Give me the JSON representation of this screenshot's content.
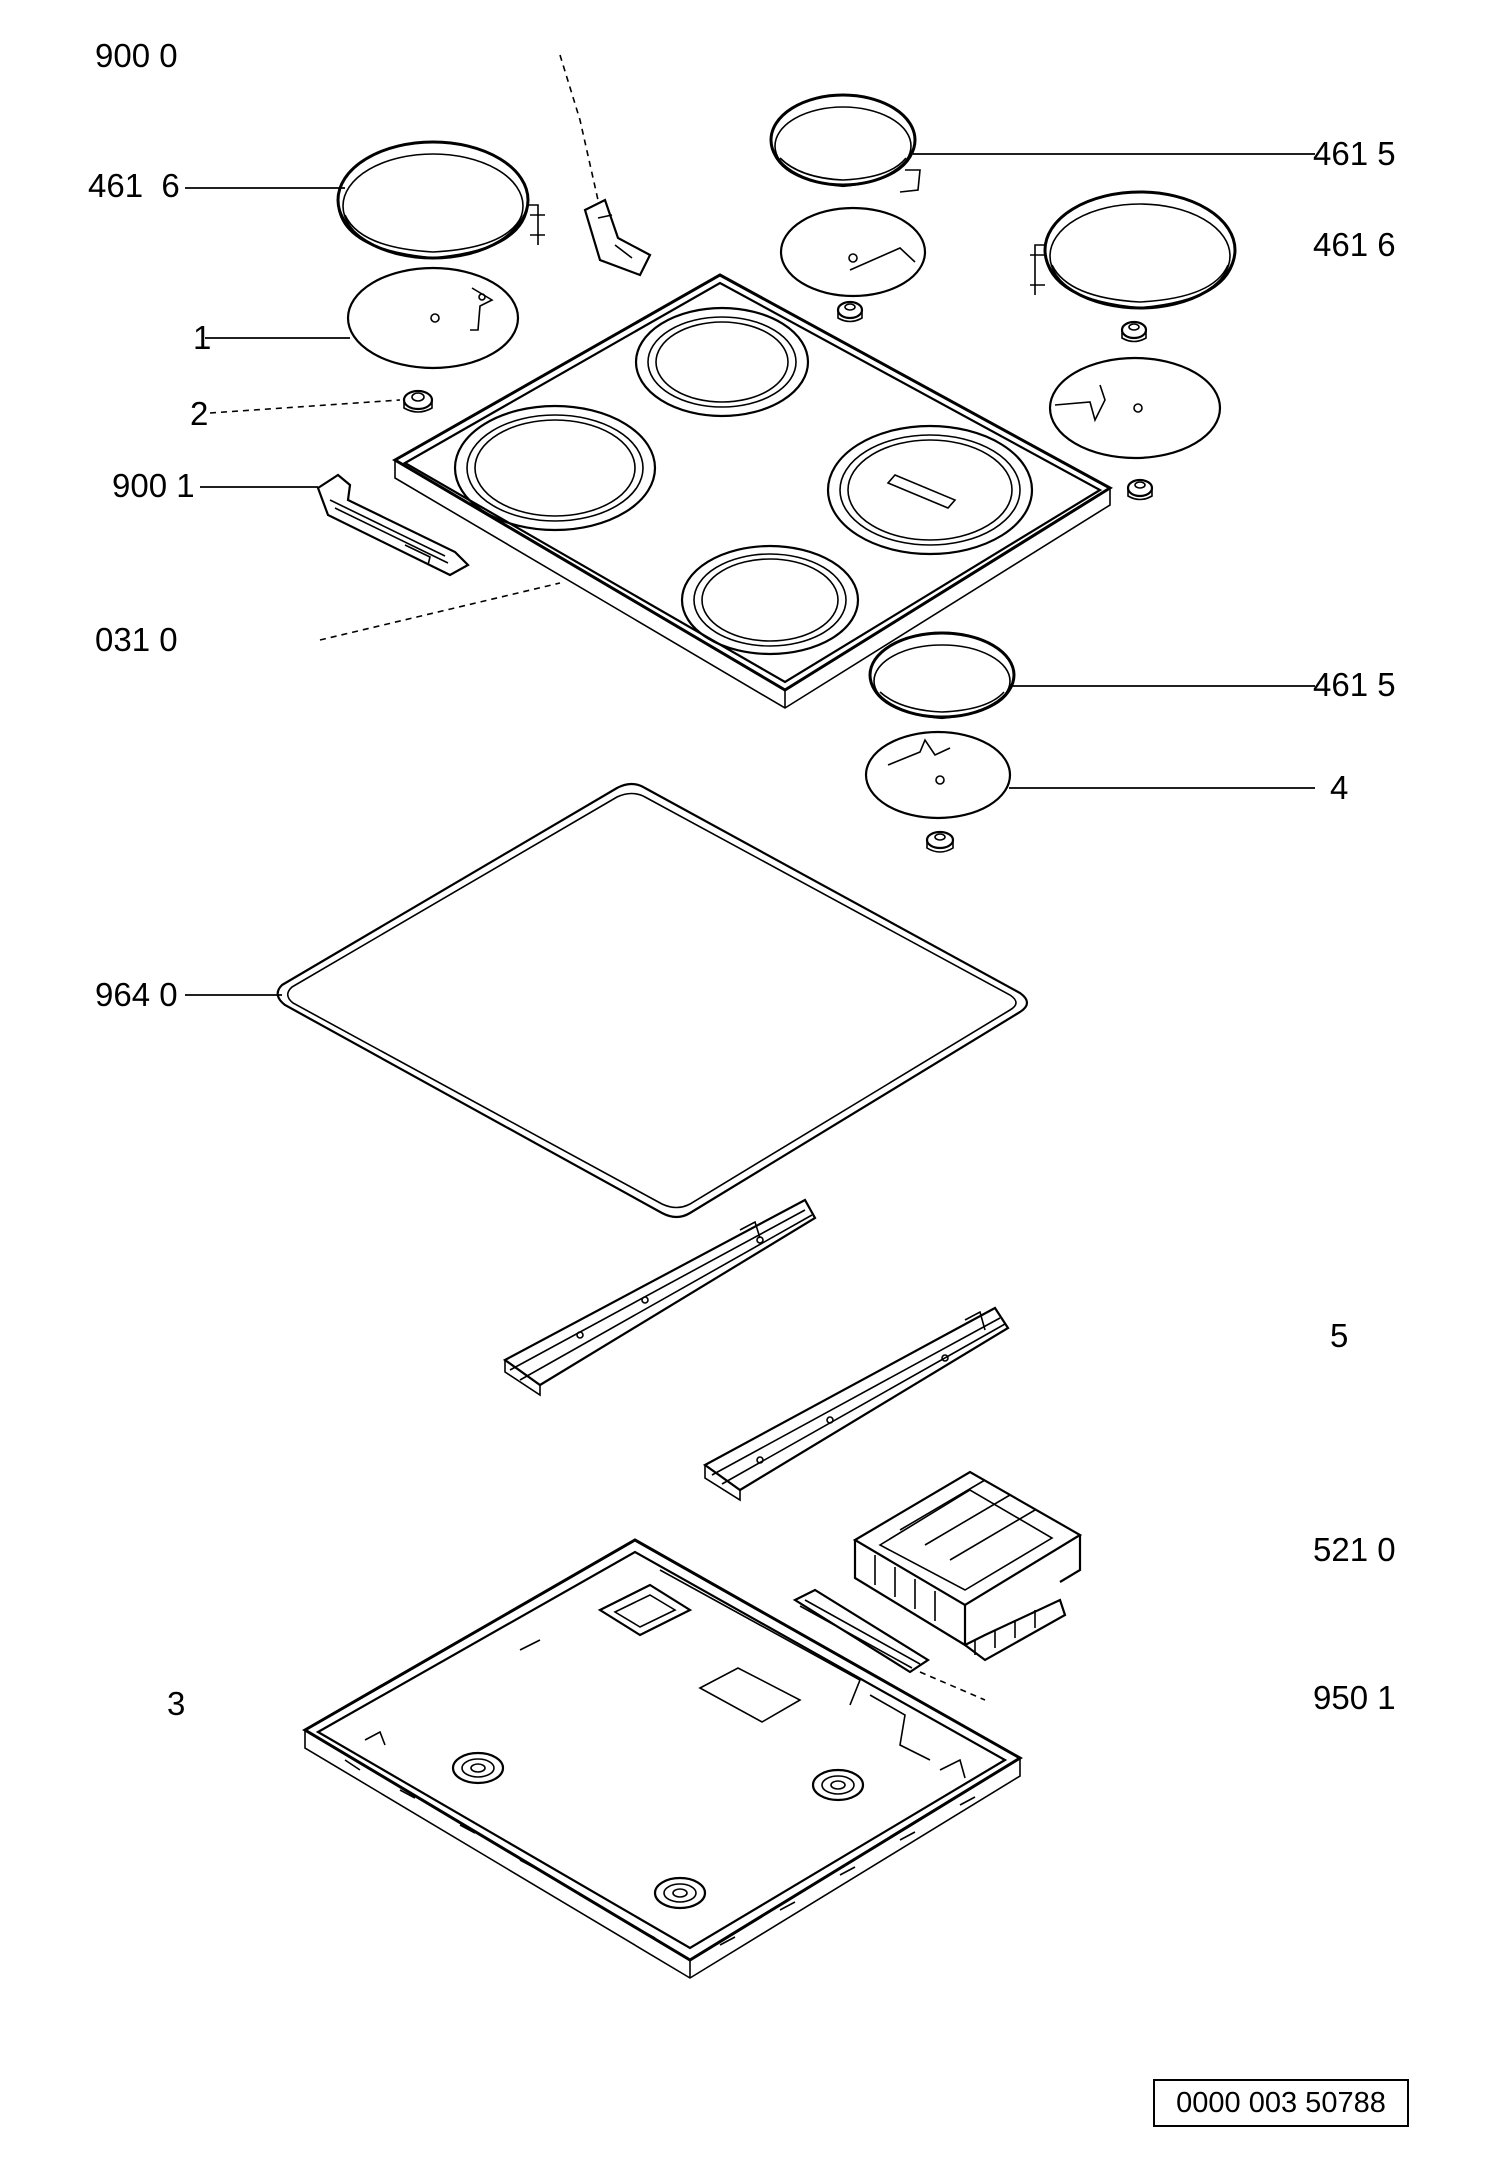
{
  "labels": {
    "l9000": "900 0",
    "l4616_left": "461  6",
    "l1": "1",
    "l2": "2",
    "l9001": "900 1",
    "l0310": "031 0",
    "l4615_top": "461 5",
    "l4616_right": "461 6",
    "l4615_mid": "461 5",
    "l4": "4",
    "l9640": "964 0",
    "l5": "5",
    "l5210": "521 0",
    "l3": "3",
    "l9501": "950 1"
  },
  "doc_number": "0000 003 50788",
  "colors": {
    "line": "#000000",
    "background": "#ffffff"
  }
}
